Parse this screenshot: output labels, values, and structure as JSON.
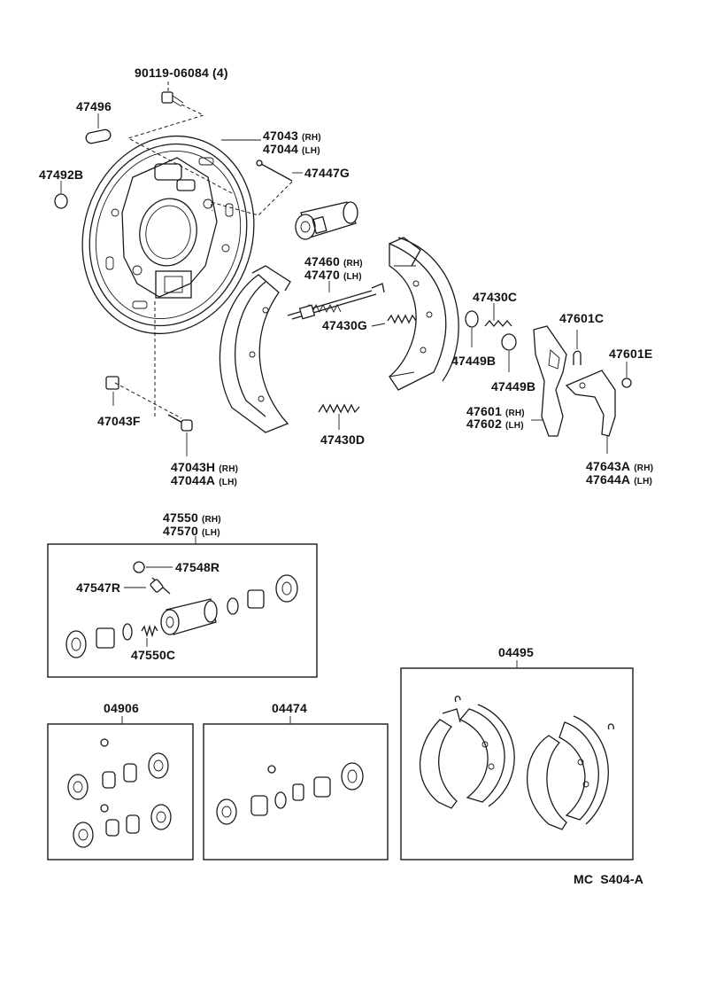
{
  "labels": {
    "bolt": "90119-06084 (4)",
    "plug": "47496",
    "backing_plate_rh": "47043",
    "backing_plate_lh": "47044",
    "plate_side_rh": "(RH)",
    "plate_side_lh": "(LH)",
    "cap": "47492B",
    "pin": "47447G",
    "adjuster_rh": "47460",
    "adjuster_lh": "47470",
    "adjuster_side_rh": "(RH)",
    "adjuster_side_lh": "(LH)",
    "spring_g": "47430G",
    "spring_d": "47430D",
    "spring_c": "47430C",
    "cup_b1": "47449B",
    "cup_b2": "47449B",
    "clip_c": "47601C",
    "clip_e": "47601E",
    "lever_rh": "47601",
    "lever_lh": "47602",
    "lever_side_rh": "(RH)",
    "lever_side_lh": "(LH)",
    "lever2_rh": "47643A",
    "lever2_lh": "47644A",
    "lever2_side_rh": "(RH)",
    "lever2_side_lh": "(LH)",
    "nut": "47043F",
    "bolt2_rh": "47043H",
    "bolt2_lh": "47044A",
    "bolt2_side_rh": "(RH)",
    "bolt2_side_lh": "(LH)",
    "wheel_cyl_rh": "47550",
    "wheel_cyl_lh": "47570",
    "wheel_cyl_side_rh": "(RH)",
    "wheel_cyl_side_lh": "(LH)",
    "bleeder_cap": "47548R",
    "bleeder_plug": "47547R",
    "cyl_spring": "47550C",
    "kit_1": "04906",
    "kit_2": "04474",
    "kit_3": "04495",
    "footer": "MC  S404-A"
  }
}
